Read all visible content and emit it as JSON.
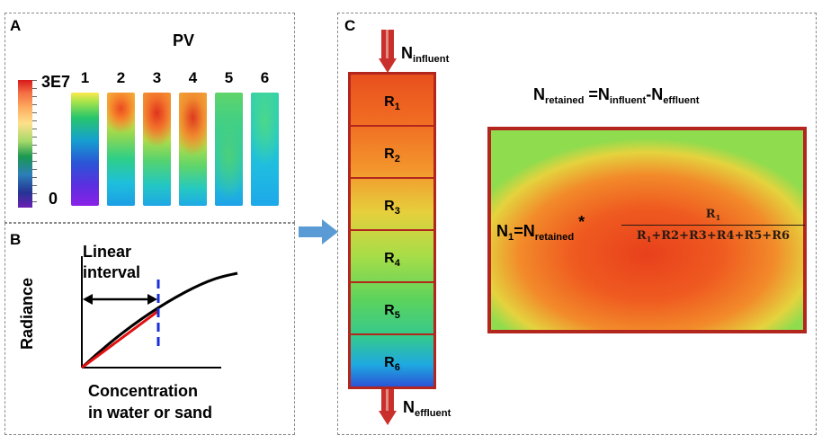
{
  "panels": {
    "a": {
      "label": "A",
      "pv_label": "PV",
      "columns": [
        "1",
        "2",
        "3",
        "4",
        "5",
        "6"
      ],
      "scale_max": "3E7",
      "scale_min": "0"
    },
    "b": {
      "label": "B",
      "interval_label": "Linear interval",
      "y_label": "Radiance",
      "x_label_line1": "Concentration",
      "x_label_line2": "in water or sand"
    },
    "c": {
      "label": "C",
      "influent_main": "N",
      "influent_sub": "influent",
      "effluent_main": "N",
      "effluent_sub": "effluent",
      "segments": [
        "1",
        "2",
        "3",
        "4",
        "5",
        "6"
      ],
      "segment_letter": "R",
      "retained_eq": {
        "n": "N",
        "sub_retained": "retained",
        "equals": " =N",
        "sub_influent": "influent",
        "minus": "-N",
        "sub_effluent": "effluent"
      },
      "n1_eq": {
        "lhs": "N",
        "lhs_sub": "1",
        "eq": "=N",
        "retained_sub": "retained",
        "times": " *",
        "numerator_r": "R",
        "numerator_sub": "1",
        "denominator_r": "R",
        "denominator_sub": "1",
        "denominator_rest": "+R2+R3+R4+R5+R6"
      }
    }
  },
  "colors": {
    "frame_red": "#b3261e",
    "curve_red": "#e01010",
    "dash_blue": "#1a2fd8",
    "arrow_blue": "#5a9bd5",
    "panel_border": "#8a8a8a"
  }
}
